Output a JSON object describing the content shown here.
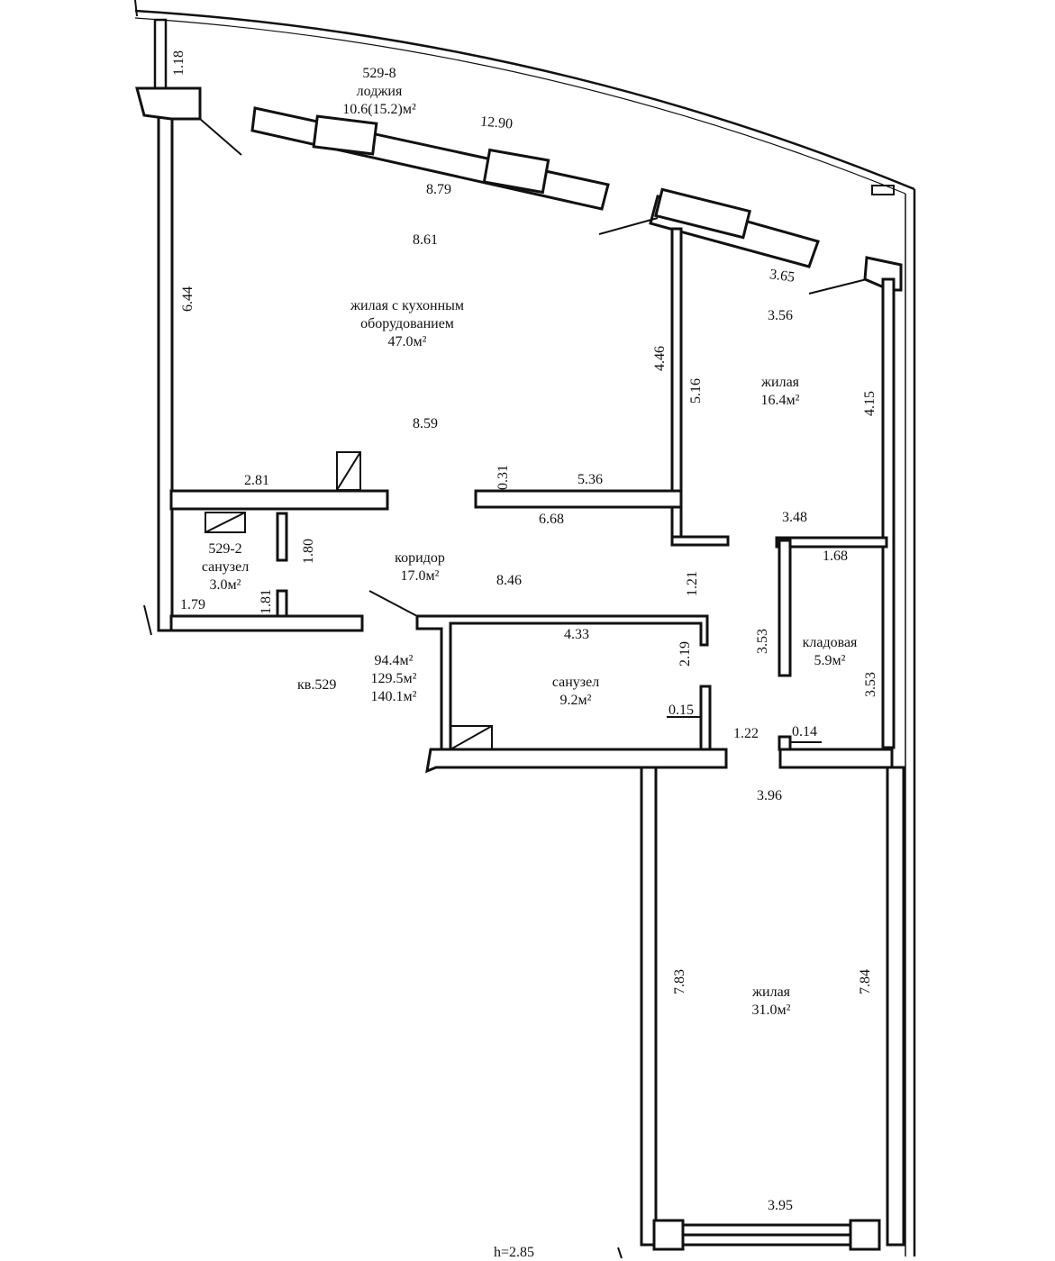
{
  "rooms": {
    "loggia": {
      "number": "529-8",
      "name": "лоджия",
      "area": "10.6(15.2)м²"
    },
    "living_kitchen": {
      "name_line1": "жилая с кухонным",
      "name_line2": "оборудованием",
      "area": "47.0м²"
    },
    "living_16": {
      "name": "жилая",
      "area": "16.4м²"
    },
    "bath_small": {
      "number": "529-2",
      "name": "санузел",
      "area": "3.0м²"
    },
    "corridor": {
      "name": "коридор",
      "area": "17.0м²"
    },
    "bath_large": {
      "name": "санузел",
      "area": "9.2м²"
    },
    "storage": {
      "name": "кладовая",
      "area": "5.9м²"
    },
    "living_31": {
      "name": "жилая",
      "area": "31.0м²"
    }
  },
  "apartment": {
    "number": "кв.529",
    "area_1": "94.4м²",
    "area_2": "129.5м²",
    "area_3": "140.1м²"
  },
  "height": "h=2.85",
  "dimensions": {
    "d_1_18": "1.18",
    "d_12_90": "12.90",
    "d_8_79": "8.79",
    "d_8_61": "8.61",
    "d_3_65": "3.65",
    "d_3_56": "3.56",
    "d_6_44": "6.44",
    "d_4_46": "4.46",
    "d_5_16": "5.16",
    "d_4_15": "4.15",
    "d_8_59": "8.59",
    "d_2_81": "2.81",
    "d_0_31": "0.31",
    "d_5_36": "5.36",
    "d_6_68": "6.68",
    "d_3_48": "3.48",
    "d_1_68": "1.68",
    "d_1_80": "1.80",
    "d_8_46": "8.46",
    "d_1_21": "1.21",
    "d_1_81": "1.81",
    "d_1_79": "1.79",
    "d_4_33": "4.33",
    "d_2_19": "2.19",
    "d_3_53a": "3.53",
    "d_3_53b": "3.53",
    "d_0_15": "0.15",
    "d_1_22": "1.22",
    "d_0_14": "0.14",
    "d_3_96": "3.96",
    "d_7_83": "7.83",
    "d_7_84": "7.84",
    "d_3_95": "3.95"
  }
}
